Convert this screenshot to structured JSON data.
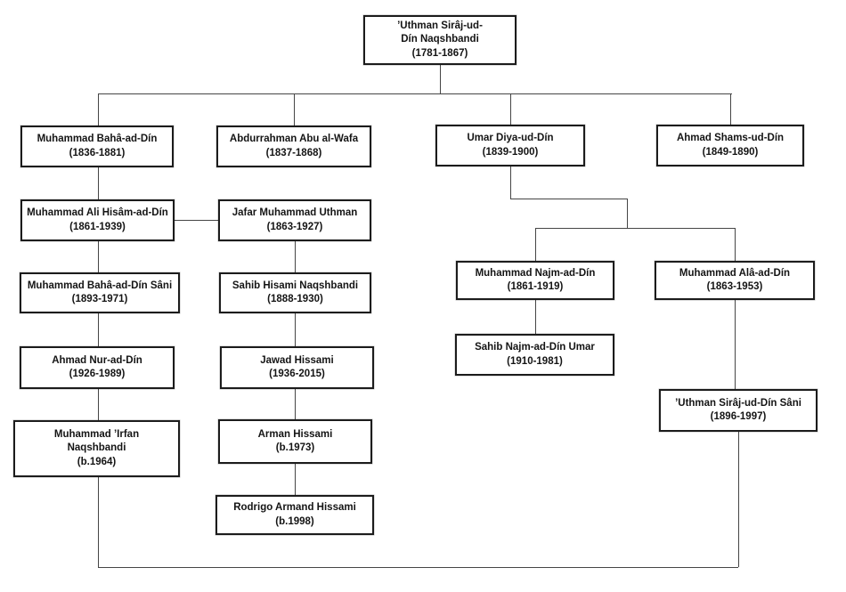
{
  "diagram": {
    "type": "family-tree",
    "nodes": {
      "root": {
        "name": "’Uthman Sirâj-ud-Dín Naqshbandi",
        "years": "(1781-1867)"
      },
      "baha": {
        "name": "Muhammad Bahâ-ad-Dín",
        "years": "(1836-1881)"
      },
      "abdurrahman": {
        "name": "Abdurrahman Abu al-Wafa",
        "years": "(1837-1868)"
      },
      "umar": {
        "name": "Umar Diya-ud-Dín",
        "years": "(1839-1900)"
      },
      "shams": {
        "name": "Ahmad Shams-ud-Dín",
        "years": "(1849-1890)"
      },
      "hisam": {
        "name": "Muhammad Ali Hisâm-ad-Dín",
        "years": "(1861-1939)"
      },
      "jafar": {
        "name": "Jafar Muhammad Uthman",
        "years": "(1863-1927)"
      },
      "baha_sani": {
        "name": "Muhammad Bahâ-ad-Dín Sâni",
        "years": "(1893-1971)"
      },
      "sahib_hisami": {
        "name": "Sahib Hisami Naqshbandi",
        "years": "(1888-1930)"
      },
      "nur": {
        "name": "Ahmad Nur-ad-Dín",
        "years": "(1926-1989)"
      },
      "jawad": {
        "name": "Jawad Hissami",
        "years": "(1936-2015)"
      },
      "irfan": {
        "name": "Muhammad ’Irfan Naqshbandi",
        "years": "(b.1964)"
      },
      "arman": {
        "name": "Arman Hissami",
        "years": "(b.1973)"
      },
      "rodrigo": {
        "name": "Rodrigo Armand Hissami",
        "years": "(b.1998)"
      },
      "najm": {
        "name": "Muhammad Najm-ad-Dín",
        "years": "(1861-1919)"
      },
      "ala": {
        "name": "Muhammad Alâ-ad-Dín",
        "years": "(1863-1953)"
      },
      "sahib_najm": {
        "name": "Sahib Najm-ad-Dín Umar",
        "years": "(1910-1981)"
      },
      "uthman_sani": {
        "name": "’Uthman Sirâj-ud-Dín Sâni",
        "years": "(1896-1997)"
      }
    },
    "colors": {
      "box_border": "#1c1c1c",
      "line": "#454545",
      "background": "#ffffff",
      "text": "#141414"
    }
  }
}
